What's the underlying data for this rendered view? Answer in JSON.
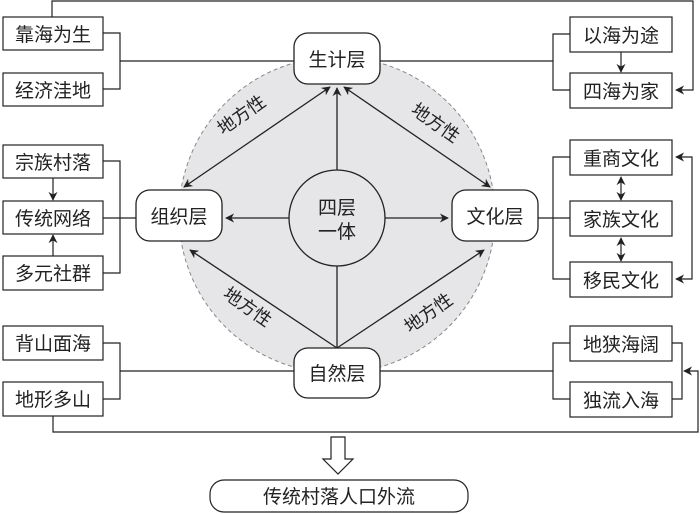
{
  "center": {
    "line1": "四层",
    "line2": "一体"
  },
  "layers": {
    "livelihood": "生计层",
    "organization": "组织层",
    "culture": "文化层",
    "nature": "自然层"
  },
  "edge_label": "地方性",
  "left_groups": {
    "livelihood": [
      "靠海为生",
      "经济洼地"
    ],
    "organization": [
      "宗族村落",
      "传统网络",
      "多元社群"
    ],
    "nature": [
      "背山面海",
      "地形多山"
    ]
  },
  "right_groups": {
    "livelihood": [
      "以海为途",
      "四海为家"
    ],
    "culture": [
      "重商文化",
      "家族文化",
      "移民文化"
    ],
    "nature": [
      "地狭海阔",
      "独流入海"
    ]
  },
  "outcome": "传统村落人口外流",
  "colors": {
    "stroke": "#222222",
    "circle_fill": "#e6e6e8",
    "box_fill": "#ffffff",
    "dashed_circle": "#888888"
  }
}
